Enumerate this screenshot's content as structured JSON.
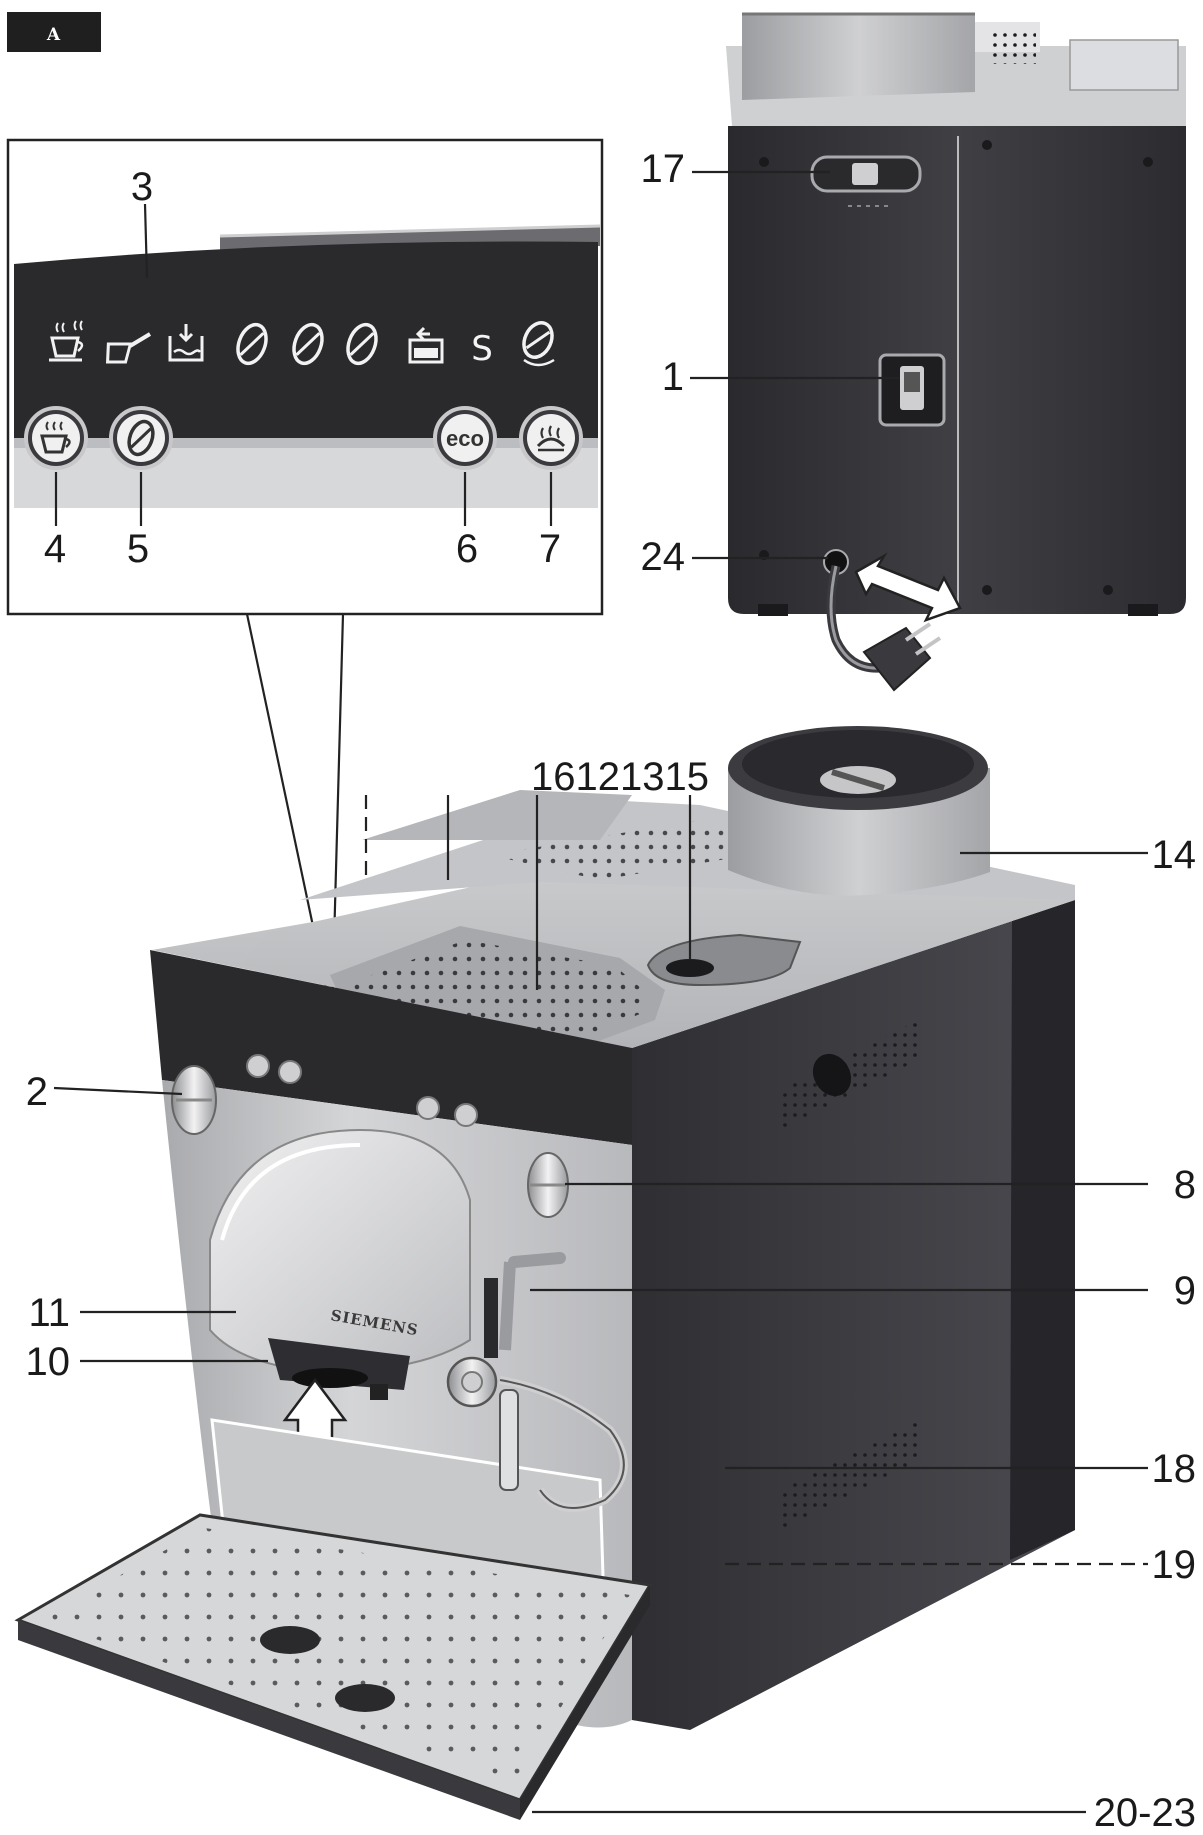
{
  "figure_badge": "A",
  "brand": "SIEMENS",
  "panel": {
    "eco_button_text": "eco",
    "symbol_s": "S",
    "symbol_icons": [
      "hot-water-cup-icon",
      "steam-jug-icon",
      "water-tank-icon",
      "bean-strength-icon",
      "bean-strength-icon",
      "bean-strength-icon",
      "descale-icon",
      "s-icon",
      "bean-rotate-icon"
    ],
    "button_icons": [
      "hot-cup-icon",
      "bean-icon",
      "eco-icon",
      "steam-icon"
    ]
  },
  "callouts": {
    "c1": "1",
    "c2": "2",
    "c3": "3",
    "c4": "4",
    "c5": "5",
    "c6": "6",
    "c7": "7",
    "c8": "8",
    "c9": "9",
    "c10": "10",
    "c11": "11",
    "c12_16": "16121315",
    "c14": "14",
    "c17": "17",
    "c18": "18",
    "c19": "19",
    "c20_23": "20-23",
    "c24": "24"
  },
  "colors": {
    "dark_panel": "#2a2a2d",
    "silver_body": "#c2c3c5",
    "dark_side": "#3d3d42",
    "badge": "#1f1f1f"
  }
}
